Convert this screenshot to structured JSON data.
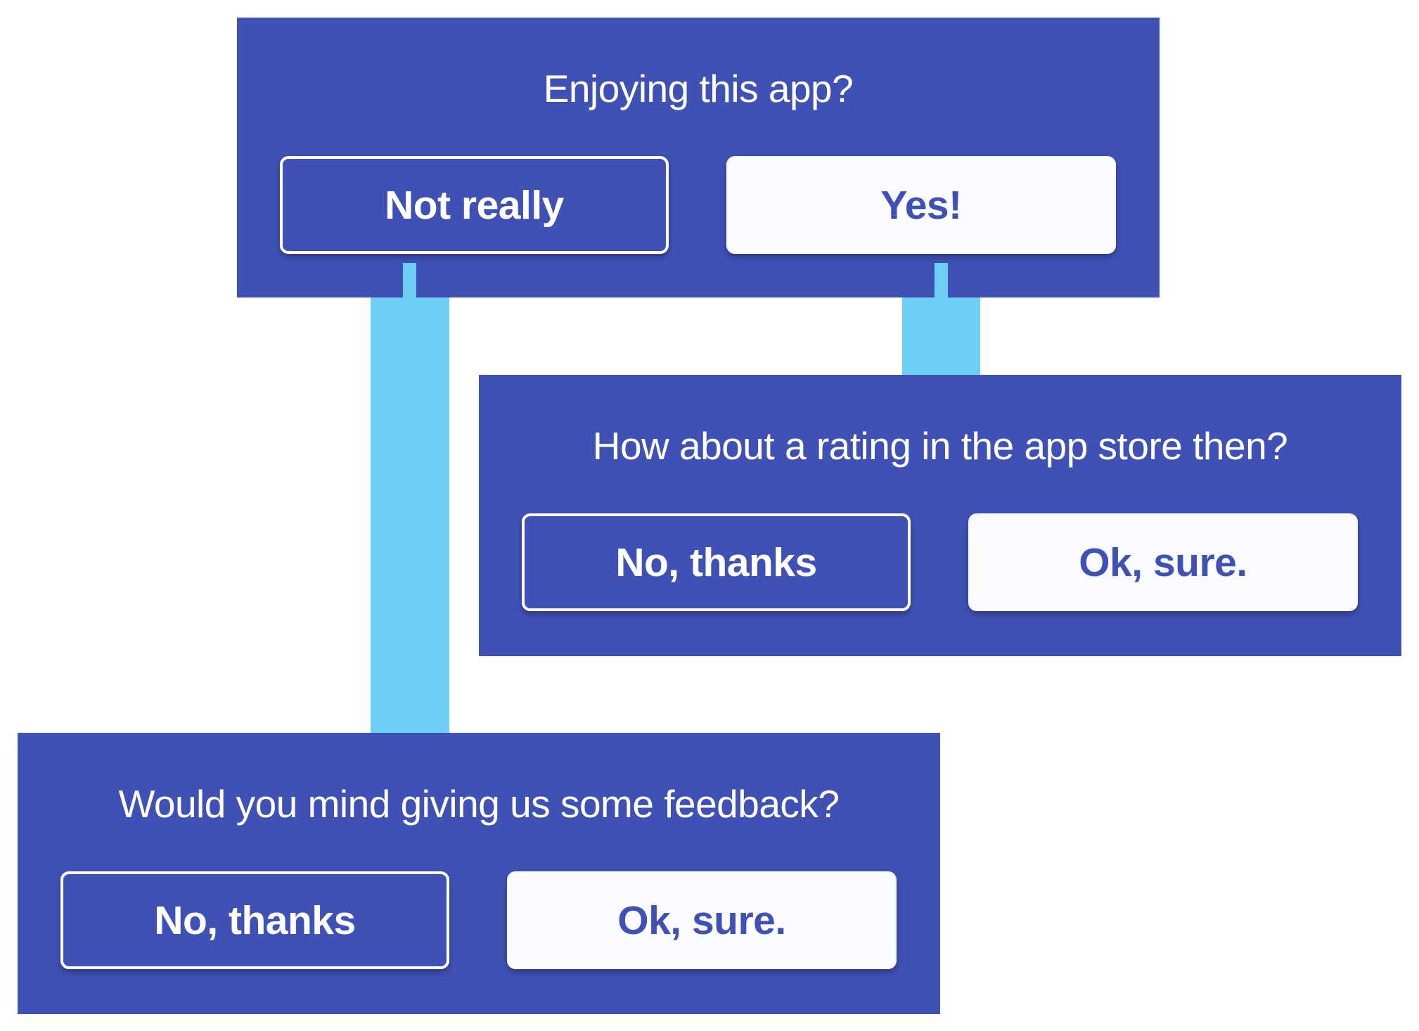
{
  "colors": {
    "panel_background": "#3F51B5",
    "arrow": "#6DCFF6",
    "button_fill": "#FAFBFE",
    "button_text_on_light": "#3F51B5",
    "text": "#FFFFFF"
  },
  "panels": [
    {
      "question": "Enjoying this app?",
      "buttons": [
        {
          "label": "Not really",
          "style": "outline"
        },
        {
          "label": "Yes!",
          "style": "filled"
        }
      ]
    },
    {
      "question": "How about a rating in the app store then?",
      "buttons": [
        {
          "label": "No, thanks",
          "style": "outline"
        },
        {
          "label": "Ok, sure.",
          "style": "filled"
        }
      ]
    },
    {
      "question": "Would you mind giving us some feedback?",
      "buttons": [
        {
          "label": "No, thanks",
          "style": "outline"
        },
        {
          "label": "Ok, sure.",
          "style": "filled"
        }
      ]
    }
  ],
  "arrows": [
    {
      "from": "Not really",
      "to": "Would you mind giving us some feedback?"
    },
    {
      "from": "Yes!",
      "to": "How about a rating in the app store then?"
    }
  ]
}
